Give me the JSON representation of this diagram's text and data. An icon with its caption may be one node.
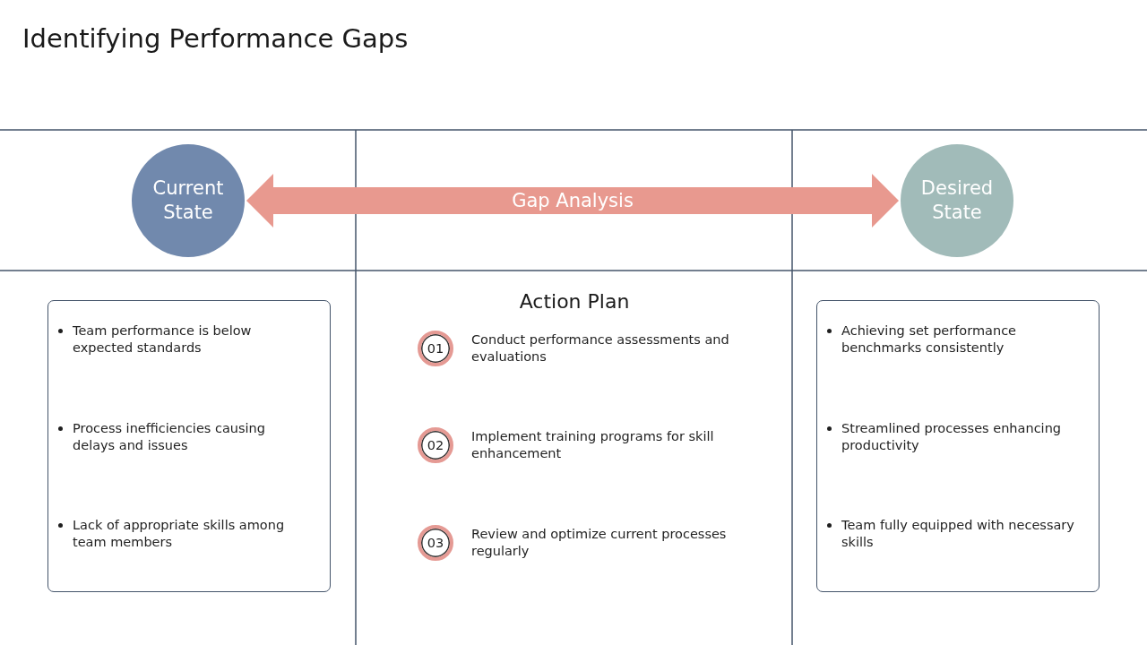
{
  "diagram": {
    "title": "Identifying Performance Gaps",
    "nodes": [
      {
        "text": [
          "Current State"
        ]
      },
      {
        "text": [
          "Desired State"
        ]
      },
      {
        "text": [
          "Team performance is below expected standards",
          "Process inefficiencies causing delays and issues",
          "Lack of appropriate skills among team members"
        ]
      },
      {
        "text": [
          "01"
        ],
        "beside": [
          "Conduct performance assessments and evaluations"
        ]
      },
      {
        "text": [
          "02"
        ],
        "beside": [
          "Implement training programs for skill enhancement"
        ]
      },
      {
        "text": [
          "03"
        ],
        "beside": [
          "Review and optimize current processes regularly"
        ]
      },
      {
        "text": [
          "Achieving set performance benchmarks consistently",
          "Streamlined processes enhancing productivity",
          "Team fully equipped with necessary skills"
        ]
      }
    ],
    "edges": [
      {
        "from": 0,
        "to": 1,
        "arrow": "both",
        "label": "Gap Analysis",
        "color": "#e8998f"
      }
    ],
    "labels": [
      "Action Plan"
    ]
  }
}
